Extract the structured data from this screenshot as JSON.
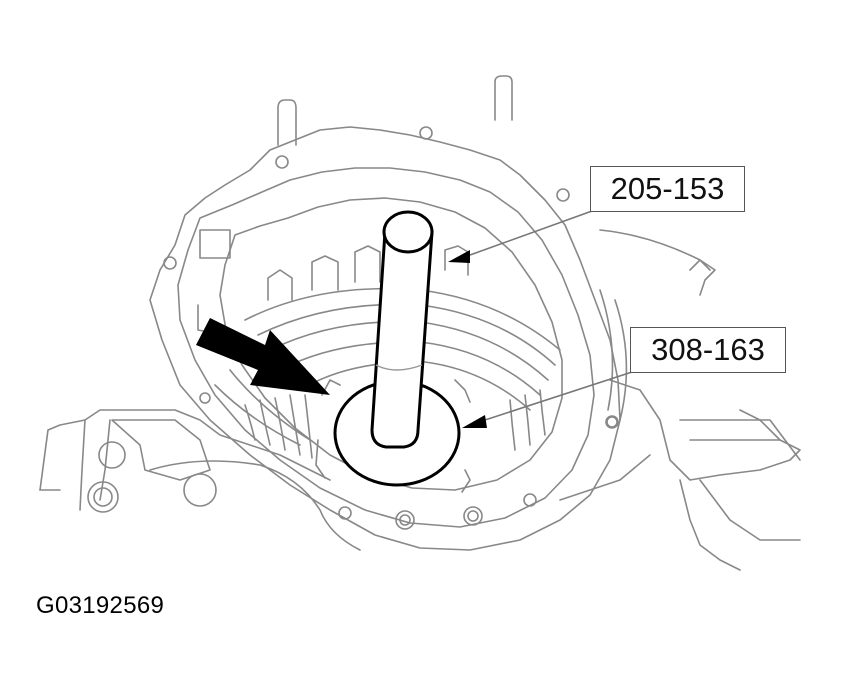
{
  "figure": {
    "type": "service-manual-illustration",
    "subject": "transmission housing with special tools installed",
    "figure_id": "G03192569",
    "colors": {
      "line": "#888888",
      "tool_outline": "#000000",
      "background": "#ffffff",
      "callout_text": "#111111"
    }
  },
  "callouts": [
    {
      "id": "tool-205-153",
      "label": "205-153",
      "target": "handle (tool shaft)"
    },
    {
      "id": "tool-308-163",
      "label": "308-163",
      "target": "seal installer (ring)"
    }
  ],
  "direction_arrow": {
    "icon": "large-black-arrow-icon",
    "meaning": "installation direction"
  }
}
